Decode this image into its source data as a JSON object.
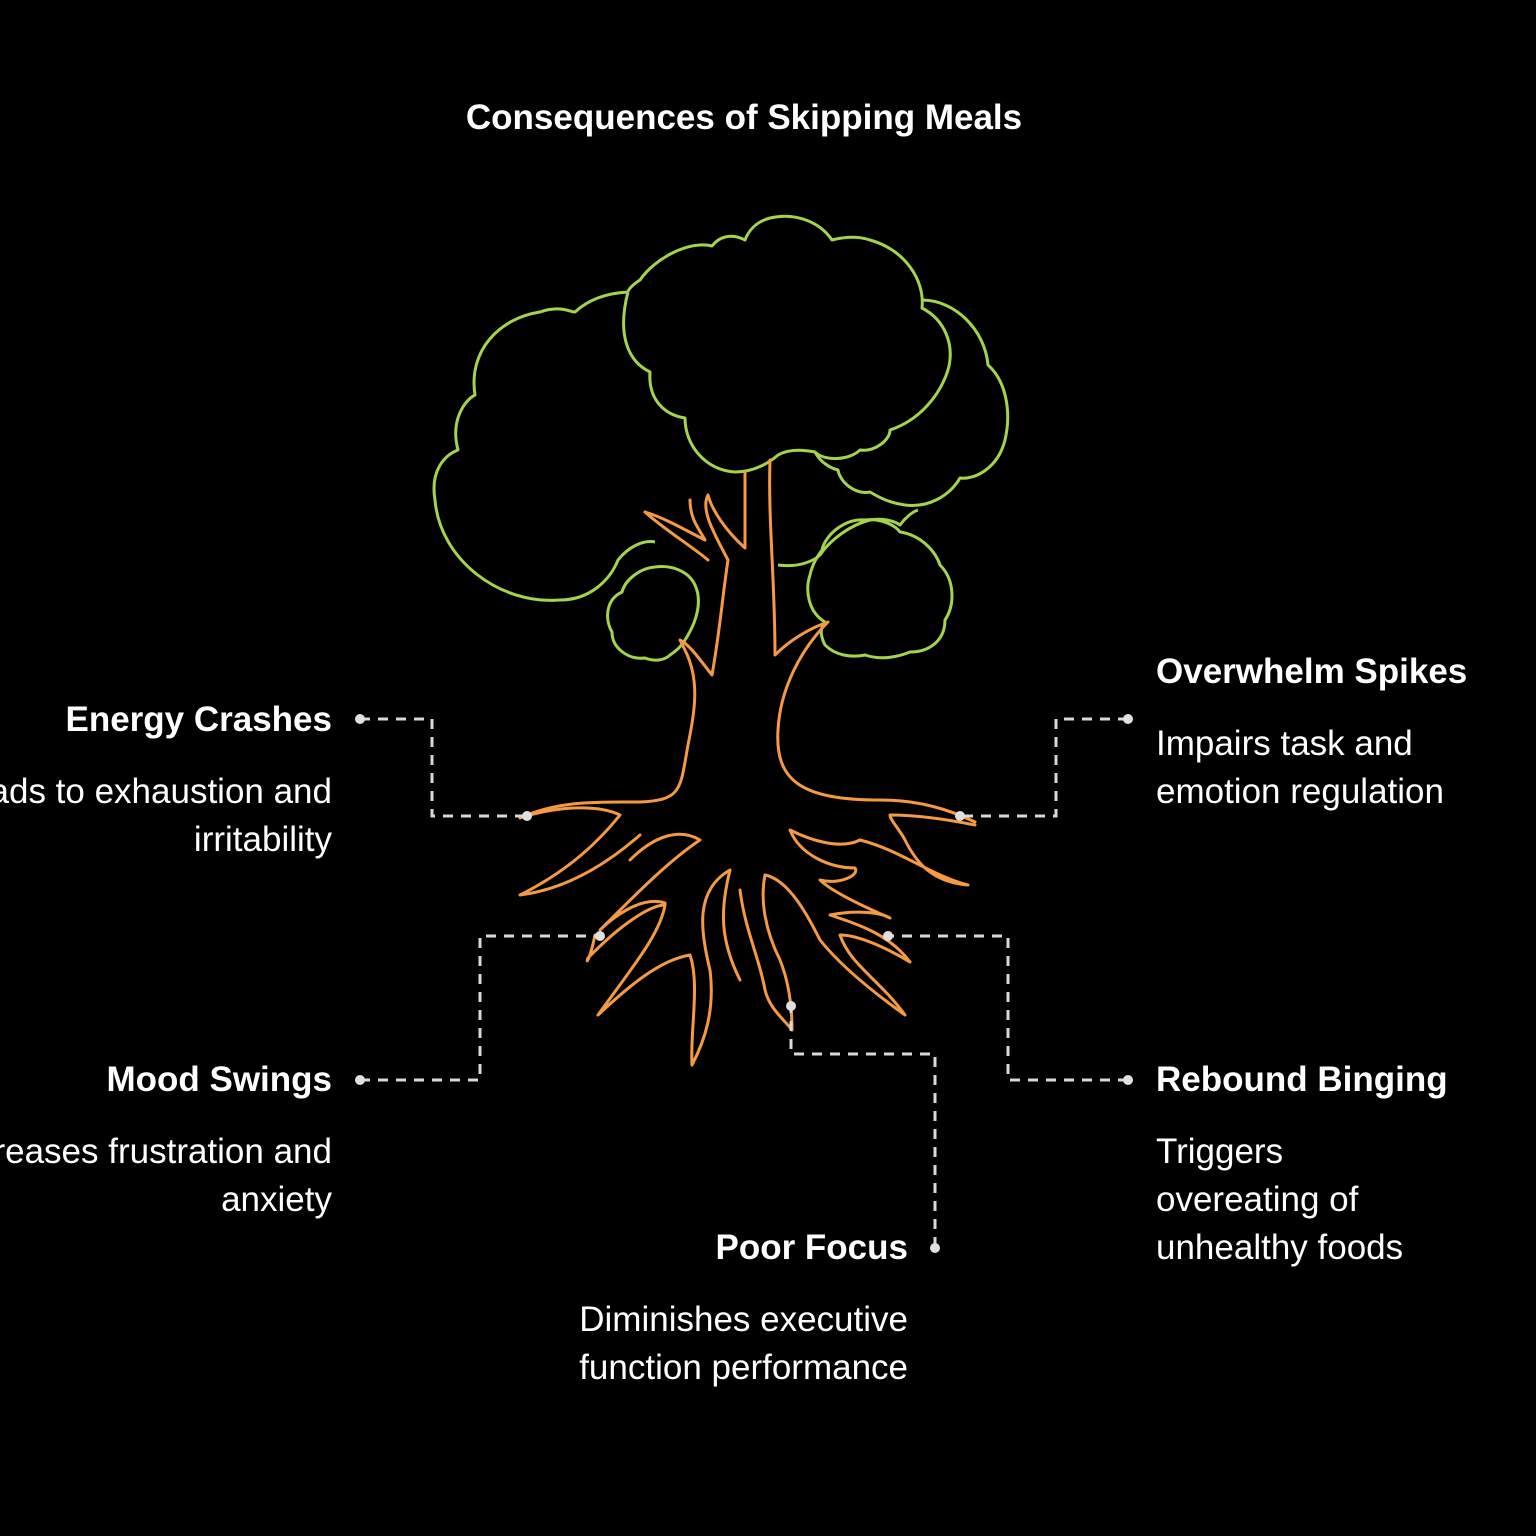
{
  "title": "Consequences of Skipping Meals",
  "colors": {
    "background": "#000000",
    "canopy": "#a3d44b",
    "trunk": "#f59a42",
    "connector": "#d9d9d9",
    "text": "#ffffff"
  },
  "items": {
    "energy": {
      "heading": "Energy Crashes",
      "desc": "Leads to exhaustion and irritability"
    },
    "mood": {
      "heading": "Mood Swings",
      "desc": "Increases frustration and anxiety"
    },
    "focus": {
      "heading": "Poor Focus",
      "desc": "Diminishes executive function performance"
    },
    "overwhelm": {
      "heading": "Overwhelm Spikes",
      "desc": "Impairs task and emotion regulation"
    },
    "binge": {
      "heading": "Rebound Binging",
      "desc": "Triggers overeating of unhealthy foods"
    }
  }
}
